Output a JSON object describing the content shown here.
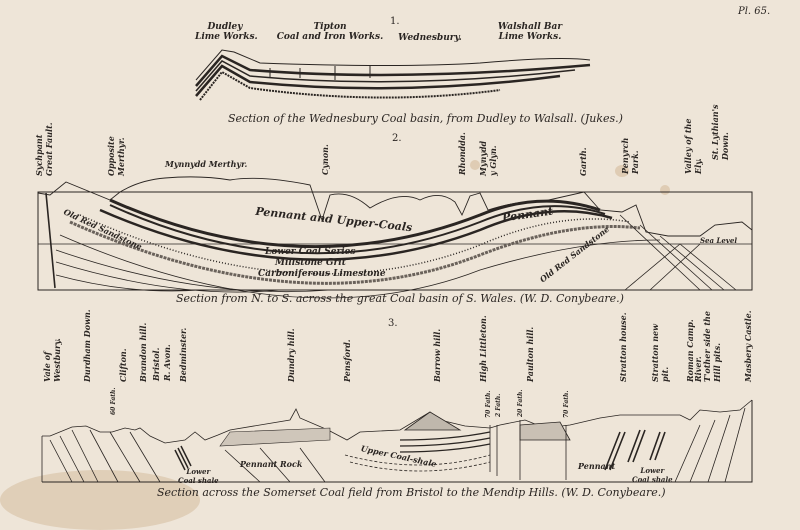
{
  "plate": "Pl. 65.",
  "section1": {
    "number": "1.",
    "labels": [
      "Dudley\nLime Works.",
      "Tipton\nCoal and Iron Works.",
      "Wednesbury.",
      "Walshall Bar\nLime Works."
    ],
    "caption": "Section of the Wednesbury Coal basin, from Dudley to Walsall.  (Jukes.)"
  },
  "section2": {
    "number": "2.",
    "labels": [
      "Sychpant\nGreat Fault.",
      "Opposite\nMerthyr.",
      "Mynnydd Merthyr.",
      "Cynon.",
      "Rhondda.",
      "Mynydd\ny Glyn.",
      "Garth.",
      "Penyrch\nPark.",
      "Valley of the\nEly.",
      "St. Lythian's\nDown."
    ],
    "strata": [
      "Pennant and Upper-Coals",
      "Pennant",
      "Lower Coal Series",
      "Millstone Grit",
      "Carboniferous Limestone",
      "Old Red Sandstone",
      "Old Red Sandstone",
      "Sea Level"
    ],
    "caption": "Section from N. to S. across the great Coal basin of S. Wales.  (W. D. Conybeare.)"
  },
  "section3": {
    "number": "3.",
    "labels": [
      "Vale of\nWestbury.",
      "Durdham Down.",
      "60 Fath.",
      "Clifton.",
      "Brandon hill.",
      "Bristol.",
      "R. Avon.",
      "Bedminster.",
      "Dundry hill.",
      "Pensford.",
      "Barrow hill.",
      "High Littleton.",
      "70 Fath.",
      "2 Fath.",
      "20 Fath.",
      "Paulton hill.",
      "70 Fath.",
      "Stratton house.",
      "Stratton new\npit.",
      "Roman Camp.",
      "River.",
      "T'other side the\nHill pits.",
      "Masbery Castle."
    ],
    "strata": [
      "Lower\nCoal shale",
      "Pennant Rock",
      "Upper Coal-shale",
      "Pennant",
      "Lower\nCoal shale"
    ],
    "caption": "Section across the Somerset Coal field from Bristol to the Mendip Hills.  (W. D. Conybeare.)"
  },
  "colors": {
    "paper": "#eee5d8",
    "ink": "#2a2522"
  }
}
